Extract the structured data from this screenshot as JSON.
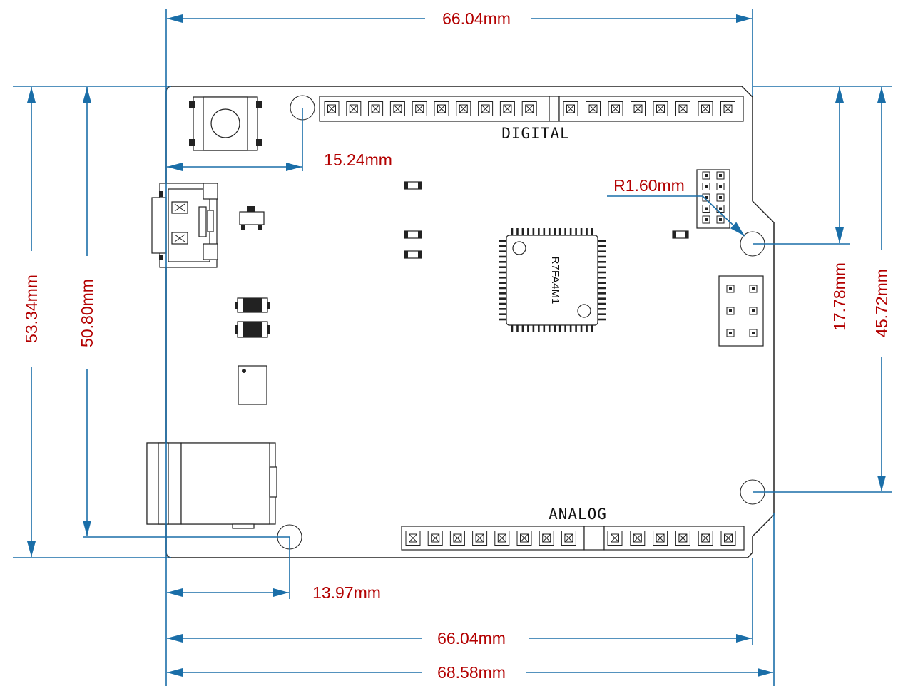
{
  "colors": {
    "dimension_line": "#1a6ea8",
    "dimension_text": "#b30000",
    "outline": "#222222"
  },
  "dimensions": {
    "top_width": "66.04mm",
    "button_hole_offset": "15.24mm",
    "hole_radius": "R1.60mm",
    "board_height": "53.34mm",
    "hole_span_left": "50.80mm",
    "right_hole_offset": "17.78mm",
    "right_hole_span": "45.72mm",
    "bottom_hole_offset": "13.97mm",
    "bottom_hole_width": "66.04mm",
    "board_width": "68.58mm"
  },
  "silkscreen": {
    "digital": "DIGITAL",
    "analog": "ANALOG",
    "chip_label": "R7FA4M1"
  }
}
